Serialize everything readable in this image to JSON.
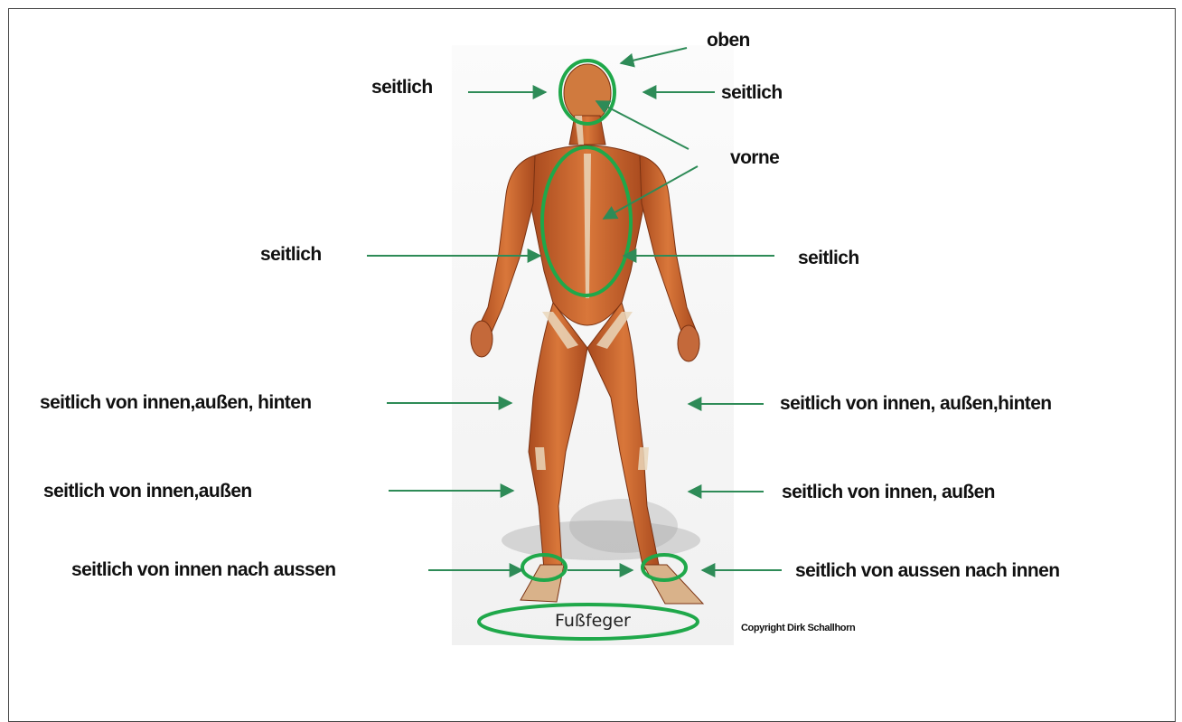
{
  "labels": {
    "oben": "oben",
    "head_left": "seitlich",
    "head_right": "seitlich",
    "vorne": "vorne",
    "torso_left": "seitlich",
    "torso_right": "seitlich",
    "thigh_left": "seitlich von innen,außen, hinten",
    "thigh_right": "seitlich von innen, außen,hinten",
    "shin_left": "seitlich von innen,außen",
    "shin_right": "seitlich von innen, außen",
    "ankle_left": "seitlich von innen nach aussen",
    "ankle_right": "seitlich von aussen nach innen"
  },
  "fussfeger": "Fußfeger",
  "copyright": "Copyright Dirk Schallhorn",
  "colors": {
    "arrow": "#2e8b57",
    "ellipse": "#1fa84a",
    "muscle": "#c8642e",
    "tendon": "#ead7bb"
  }
}
